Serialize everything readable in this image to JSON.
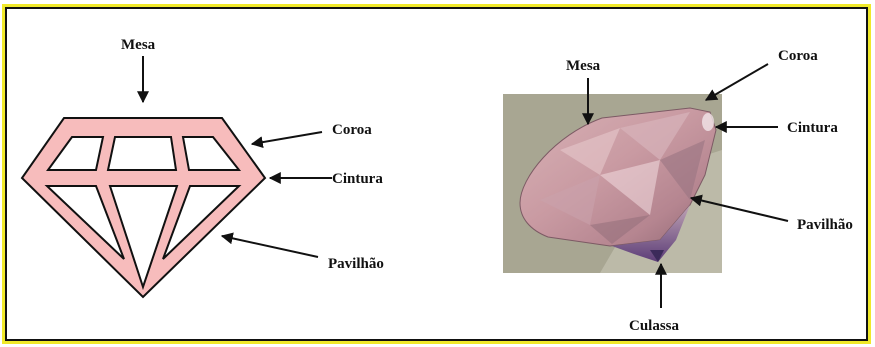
{
  "diagram": {
    "labels": {
      "left_mesa": "Mesa",
      "left_coroa": "Coroa",
      "left_cintura": "Cintura",
      "left_pavilhao": "Pavilhão",
      "right_mesa": "Mesa",
      "right_coroa": "Coroa",
      "right_cintura": "Cintura",
      "right_pavilhao": "Pavilhão",
      "right_culassa": "Culassa"
    },
    "colors": {
      "diamond_fill": "#f7bcbc",
      "outline": "#111111",
      "frame_yellow": "#f0e92a",
      "photo_background": "#a8a692"
    }
  }
}
